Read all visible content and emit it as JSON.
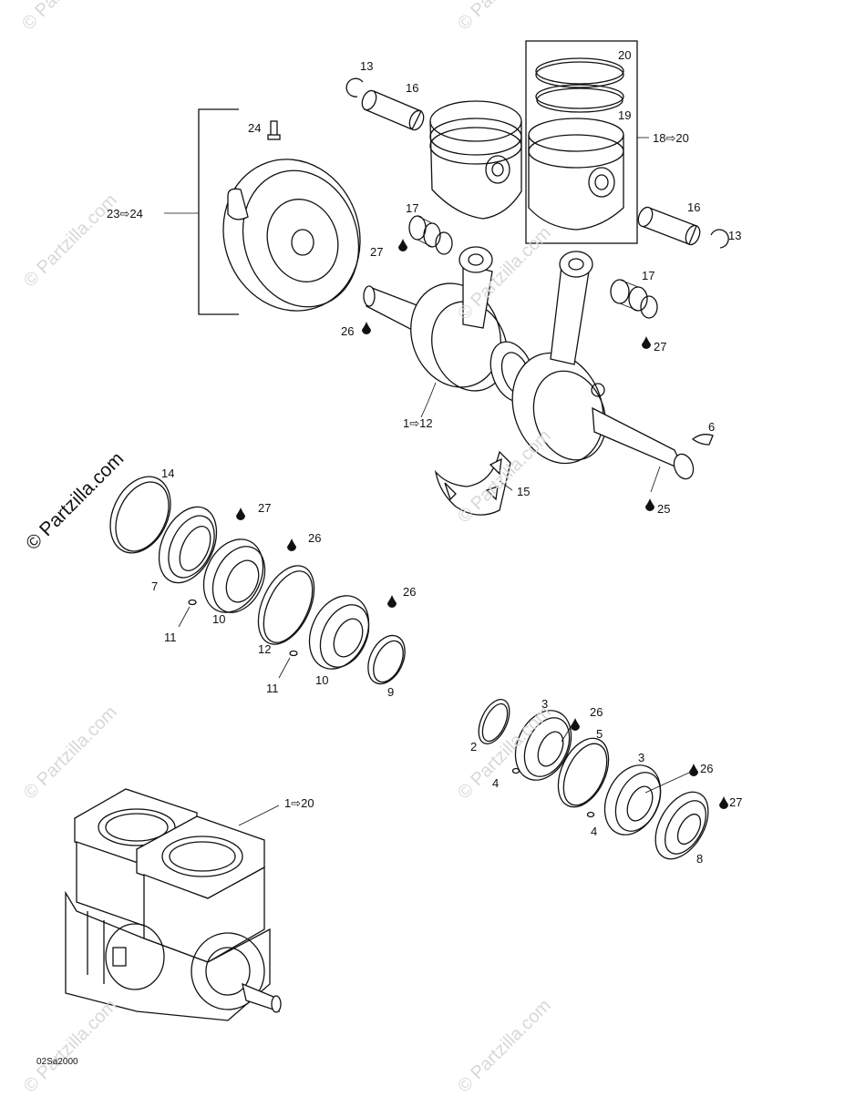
{
  "diagram": {
    "callouts": {
      "c13a": "13",
      "c16a": "16",
      "c20": "20",
      "c19": "19",
      "c18_20": "18",
      "c24": "24",
      "c23_24": "23",
      "c17a": "17",
      "c27a": "27",
      "c16b": "16",
      "c13b": "13",
      "c17b": "17",
      "c26a": "26",
      "c27b": "27",
      "c1_12": "1",
      "c6": "6",
      "c15": "15",
      "c25": "25",
      "c14": "14",
      "c27c": "27",
      "c26b": "26",
      "c7": "7",
      "c26c": "26",
      "c11a": "11",
      "c10a": "10",
      "c12": "12",
      "c11b": "11",
      "c10b": "10",
      "c9": "9",
      "c3a": "3",
      "c26d": "26",
      "c2": "2",
      "c5": "5",
      "c4a": "4",
      "c3b": "3",
      "c26e": "26",
      "c27d": "27",
      "c4b": "4",
      "c8": "8",
      "c1_20": "1"
    },
    "range_targets": {
      "c18_20": "20",
      "c23_24": "24",
      "c1_12": "12",
      "c1_20": "20"
    },
    "range_arrow": "⇨",
    "drawing_code": "02Sa2000"
  },
  "watermark": {
    "text": "© Partzilla.com",
    "prominent_text": "© Partzilla.com"
  }
}
